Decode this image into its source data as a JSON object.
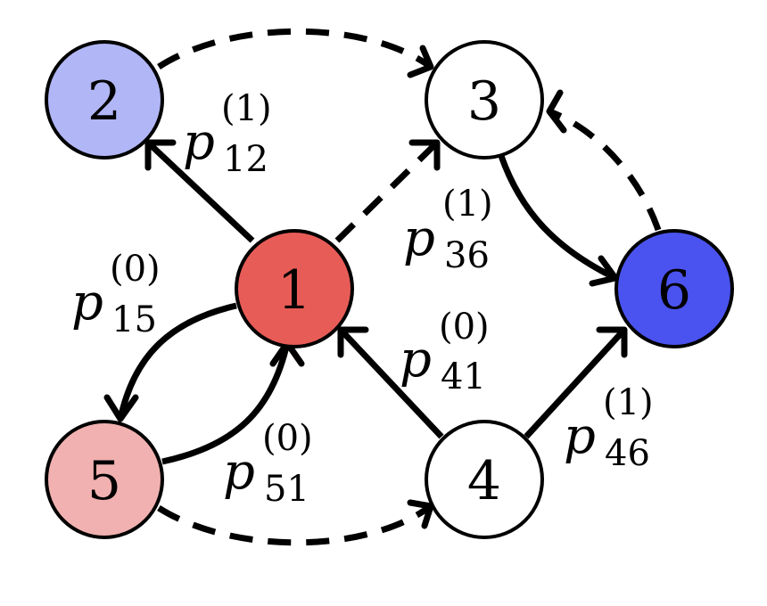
{
  "nodes": [
    {
      "id": "1",
      "label": "1",
      "color": "#E85C57"
    },
    {
      "id": "2",
      "label": "2",
      "color": "#B1B6F6"
    },
    {
      "id": "3",
      "label": "3",
      "color": "#FFFFFF"
    },
    {
      "id": "4",
      "label": "4",
      "color": "#FFFFFF"
    },
    {
      "id": "5",
      "label": "5",
      "color": "#F1B1B0"
    },
    {
      "id": "6",
      "label": "6",
      "color": "#4A53EF"
    }
  ],
  "edge_labels": {
    "p12": {
      "base": "p",
      "sup": "(1)",
      "sub": "12"
    },
    "p15": {
      "base": "p",
      "sup": "(0)",
      "sub": "15"
    },
    "p36": {
      "base": "p",
      "sup": "(1)",
      "sub": "36"
    },
    "p41": {
      "base": "p",
      "sup": "(0)",
      "sub": "41"
    },
    "p46": {
      "base": "p",
      "sup": "(1)",
      "sub": "46"
    },
    "p51": {
      "base": "p",
      "sup": "(0)",
      "sub": "51"
    }
  }
}
